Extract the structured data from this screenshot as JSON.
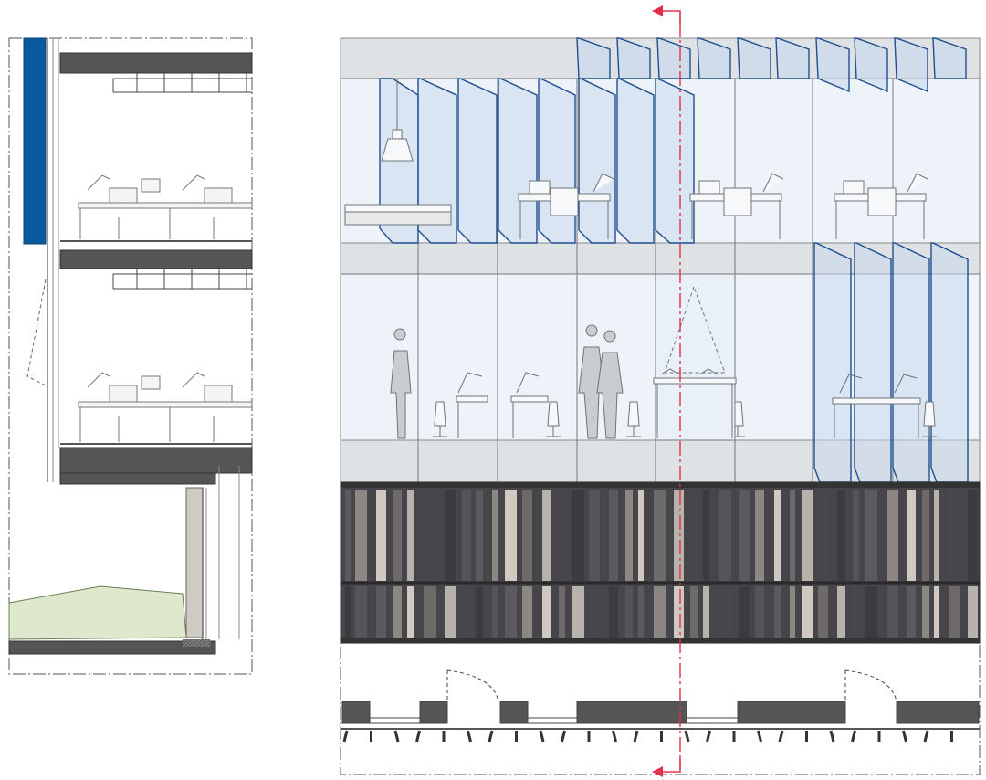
{
  "drawing": {
    "type": "architectural wall section and elevation",
    "panels": [
      "wall-section",
      "facade-elevation",
      "ground-floor-plan-strip"
    ],
    "storeys_shown": 3,
    "upper_floors": 2,
    "section_marker": {
      "direction": "left",
      "count": 2
    }
  },
  "colors": {
    "line": "#333333",
    "slab": "#555555",
    "glass": "#e9f1fa",
    "blue_fin": "#c8d9ee",
    "blue_edge": "#1f4f8f",
    "blue_panel": "#0b5a9e",
    "band": "#dfe2e5",
    "dark_facade": "#46464a",
    "light_slat": "#b7b2ac",
    "section_red": "#e0304a",
    "planter_green": "#dde8cc",
    "figure_grey": "#c9ccd0"
  }
}
